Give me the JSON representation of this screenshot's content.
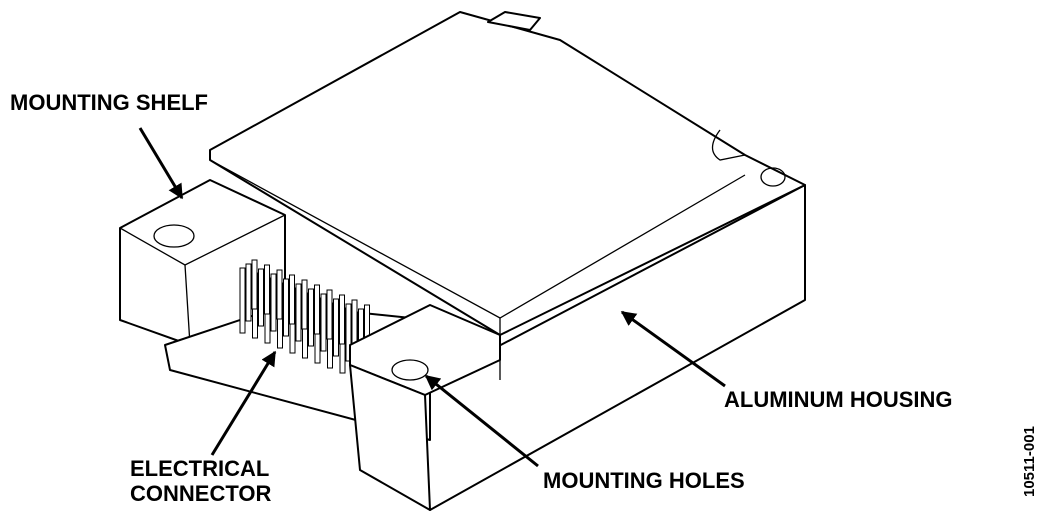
{
  "labels": {
    "mounting_shelf": "MOUNTING SHELF",
    "aluminum_housing": "ALUMINUM HOUSING",
    "electrical_line1": "ELECTRICAL",
    "electrical_line2": "CONNECTOR",
    "mounting_holes": "MOUNTING HOLES",
    "figure_id": "10511-001"
  }
}
